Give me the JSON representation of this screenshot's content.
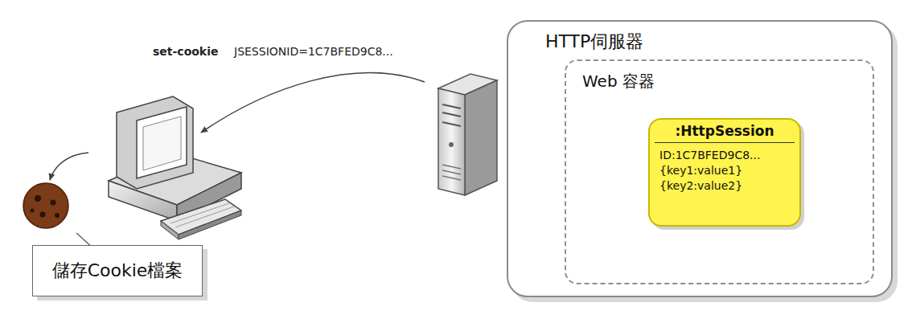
{
  "diagram": {
    "nodes": [
      {
        "text": [
          "HTTP伺服器"
        ]
      },
      {
        "text": [
          "Web 容器"
        ],
        "in": 0
      },
      {
        "text": [
          ":HttpSession",
          "ID:1C7BFED9C8...",
          "{key1:value1}",
          "{key2:value2}"
        ],
        "in": 1
      },
      {
        "text": [
          "儲存Cookie檔案"
        ]
      }
    ],
    "labels": [
      "set-cookie",
      "JSESSIONID=1C7BFED9C8..."
    ]
  }
}
